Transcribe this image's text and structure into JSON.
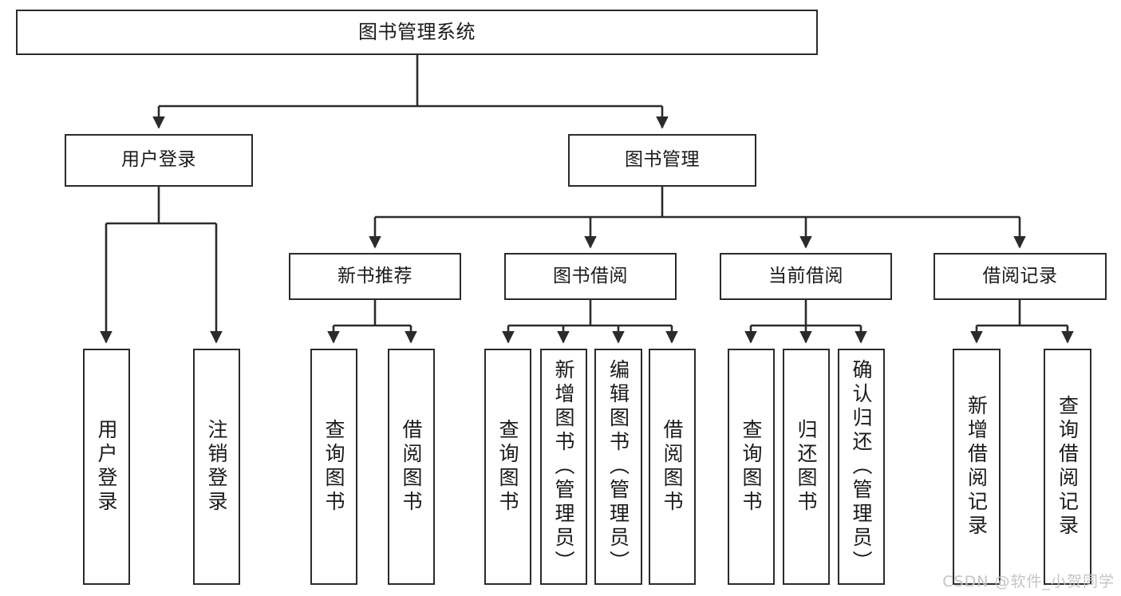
{
  "diagram": {
    "type": "tree-hierarchy-flowchart",
    "title": "图书管理系统",
    "orientation": "top-down",
    "colors": {
      "box_border": "#2b2b2b",
      "box_fill": "#ffffff",
      "connector": "#2b2b2b",
      "text": "#1a1a1a",
      "watermark": "#c4c4c4",
      "background": "#ffffff"
    },
    "levels": [
      {
        "level": 0,
        "nodes": [
          {
            "id": "root",
            "label": "图书管理系统",
            "orientation": "horizontal"
          }
        ]
      },
      {
        "level": 1,
        "nodes": [
          {
            "id": "user-login",
            "label": "用户登录",
            "orientation": "horizontal",
            "parent": "root"
          },
          {
            "id": "book-manage",
            "label": "图书管理",
            "orientation": "horizontal",
            "parent": "root"
          }
        ]
      },
      {
        "level": 2,
        "nodes": [
          {
            "id": "new-book-rec",
            "label": "新书推荐",
            "orientation": "horizontal",
            "parent": "book-manage"
          },
          {
            "id": "book-borrow",
            "label": "图书借阅",
            "orientation": "horizontal",
            "parent": "book-manage"
          },
          {
            "id": "current-borrow",
            "label": "当前借阅",
            "orientation": "horizontal",
            "parent": "book-manage"
          },
          {
            "id": "borrow-record",
            "label": "借阅记录",
            "orientation": "horizontal",
            "parent": "book-manage"
          }
        ]
      },
      {
        "level": 3,
        "nodes": [
          {
            "id": "leaf-user-login",
            "label": "用户登录",
            "orientation": "vertical",
            "parent": "user-login"
          },
          {
            "id": "leaf-logout",
            "label": "注销登录",
            "orientation": "vertical",
            "parent": "user-login"
          },
          {
            "id": "leaf-query-book-1",
            "label": "查询图书",
            "orientation": "vertical",
            "parent": "new-book-rec"
          },
          {
            "id": "leaf-borrow-book-1",
            "label": "借阅图书",
            "orientation": "vertical",
            "parent": "new-book-rec"
          },
          {
            "id": "leaf-query-book-2",
            "label": "查询图书",
            "orientation": "vertical",
            "parent": "book-borrow"
          },
          {
            "id": "leaf-add-book",
            "label": "新增图书（管理员）",
            "orientation": "vertical",
            "parent": "book-borrow"
          },
          {
            "id": "leaf-edit-book",
            "label": "编辑图书（管理员）",
            "orientation": "vertical",
            "parent": "book-borrow"
          },
          {
            "id": "leaf-borrow-book-2",
            "label": "借阅图书",
            "orientation": "vertical",
            "parent": "book-borrow"
          },
          {
            "id": "leaf-query-book-3",
            "label": "查询图书",
            "orientation": "vertical",
            "parent": "current-borrow"
          },
          {
            "id": "leaf-return-book",
            "label": "归还图书",
            "orientation": "vertical",
            "parent": "current-borrow"
          },
          {
            "id": "leaf-confirm-return",
            "label": "确认归还（管理员）",
            "orientation": "vertical",
            "parent": "current-borrow"
          },
          {
            "id": "leaf-add-record",
            "label": "新增借阅记录",
            "orientation": "vertical",
            "parent": "borrow-record"
          },
          {
            "id": "leaf-query-record",
            "label": "查询借阅记录",
            "orientation": "vertical",
            "parent": "borrow-record"
          }
        ]
      }
    ]
  },
  "watermark": {
    "text": "CSDN @软件_小贺同学"
  }
}
